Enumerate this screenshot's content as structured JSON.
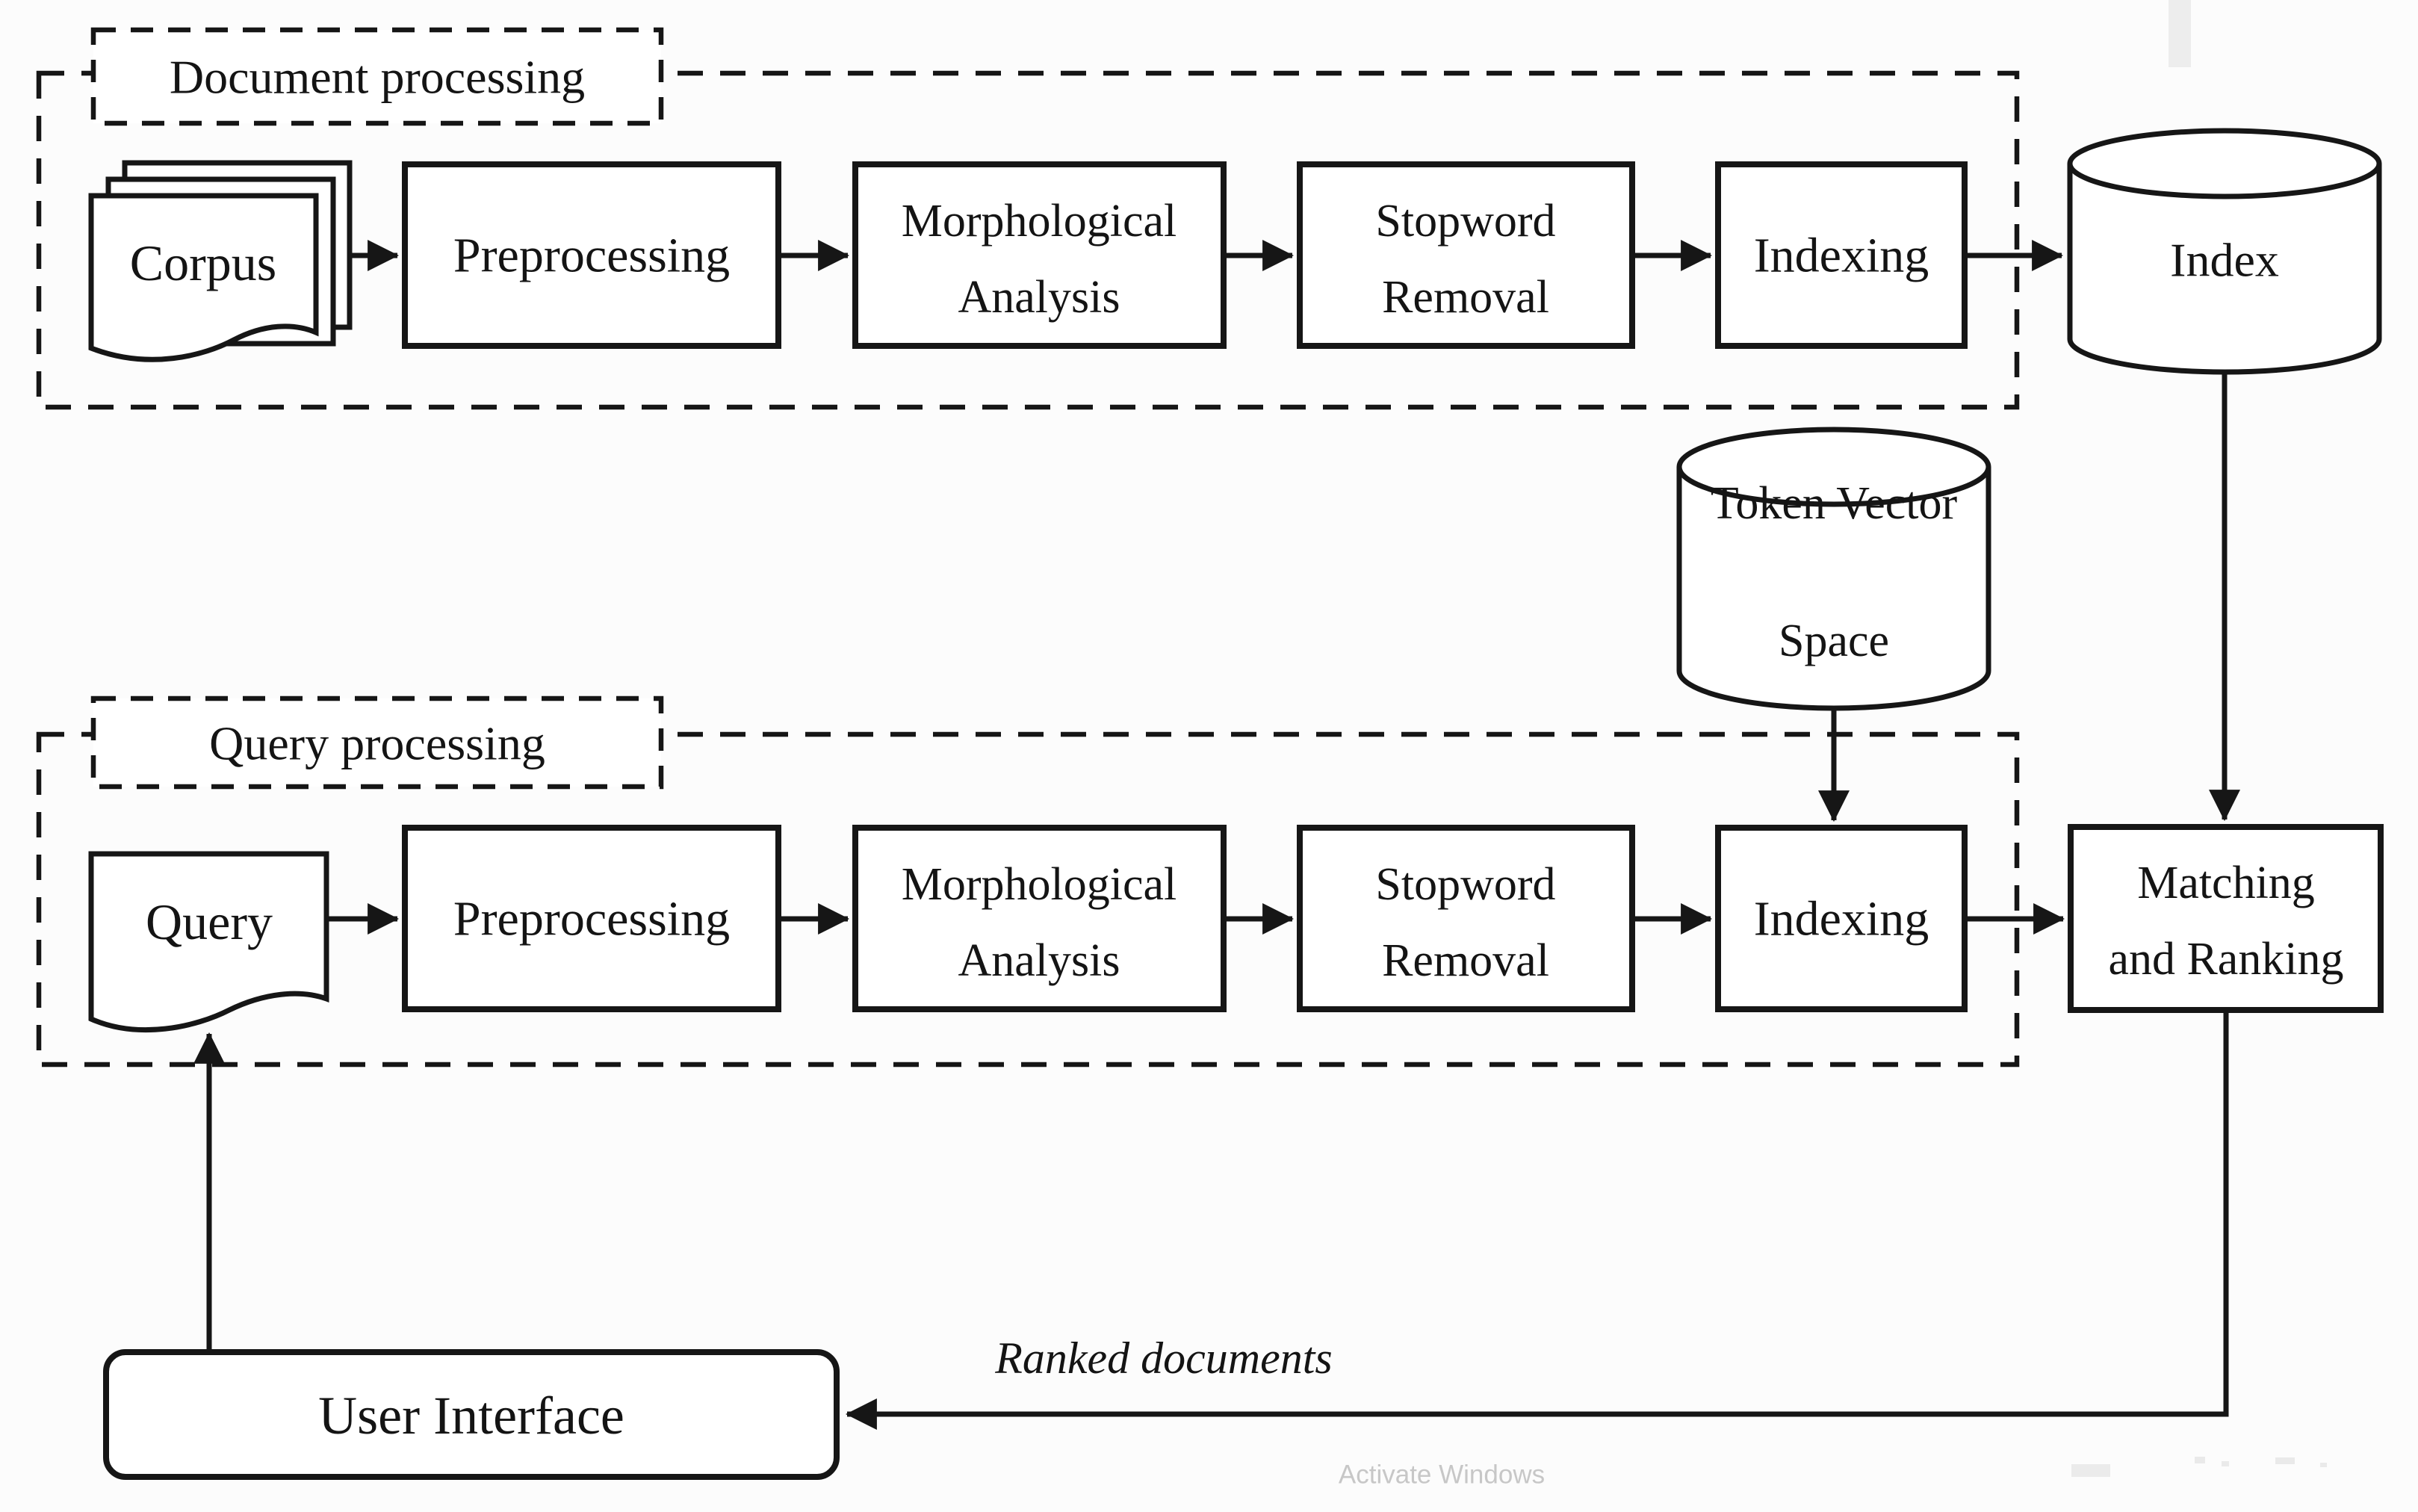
{
  "colors": {
    "background": "#fcfcfc",
    "line": "#161616",
    "watermark_text": "#c7c7c7"
  },
  "document_processing": {
    "section_label": "Document processing",
    "corpus_label": "Corpus",
    "preprocessing_label": "Preprocessing",
    "morphological_line1": "Morphological",
    "morphological_line2": "Analysis",
    "stopword_line1": "Stopword",
    "stopword_line2": "Removal",
    "indexing_label": "Indexing",
    "index_store_label": "Index"
  },
  "query_processing": {
    "section_label": "Query processing",
    "query_label": "Query",
    "preprocessing_label": "Preprocessing",
    "morphological_line1": "Morphological",
    "morphological_line2": "Analysis",
    "stopword_line1": "Stopword",
    "stopword_line2": "Removal",
    "indexing_label": "Indexing",
    "token_vector_line1": "Token Vector",
    "token_vector_line2": "Space",
    "matching_line1": "Matching",
    "matching_line2": "and Ranking"
  },
  "output": {
    "user_interface_label": "User Interface",
    "ranked_documents_label": "Ranked documents"
  },
  "watermark": "Activate Windows"
}
